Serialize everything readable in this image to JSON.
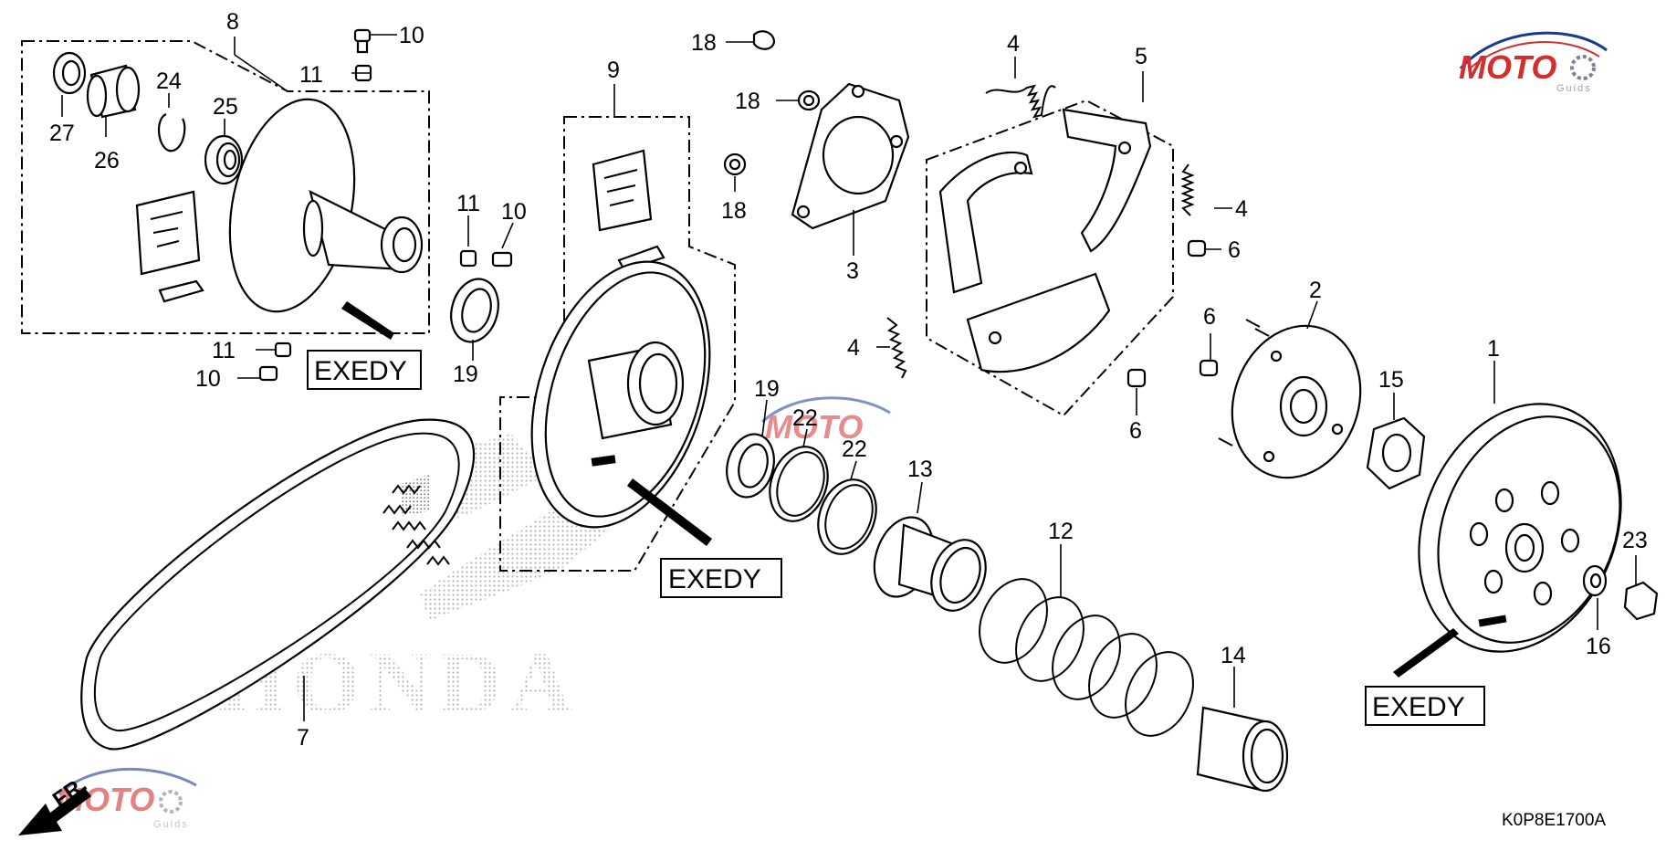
{
  "diagram": {
    "code": "K0P8E1700A",
    "brand_watermark": "HONDA",
    "direction_label": "FR.",
    "site_watermark": {
      "text": "MOTO",
      "subtext": "Guids",
      "colors": [
        "#d32f2f",
        "#1a3a8f"
      ]
    },
    "exedy_labels": [
      "EXEDY",
      "EXEDY",
      "EXEDY"
    ],
    "callouts": {
      "c8": "8",
      "c9": "9",
      "c10a": "10",
      "c11a": "11",
      "c24": "24",
      "c25": "25",
      "c27": "27",
      "c26": "26",
      "c11b": "11",
      "c10b": "10",
      "c19a": "19",
      "c11c": "11",
      "c10c": "10",
      "c18a": "18",
      "c18b": "18",
      "c18c": "18",
      "c3": "3",
      "c4a": "4",
      "c4b": "4",
      "c4c": "4",
      "c5": "5",
      "c6a": "6",
      "c6b": "6",
      "c6c": "6",
      "c2": "2",
      "c15": "15",
      "c1": "1",
      "c19b": "19",
      "c22a": "22",
      "c22b": "22",
      "c13": "13",
      "c12": "12",
      "c14": "14",
      "c7": "7",
      "c23": "23",
      "c16": "16"
    }
  }
}
